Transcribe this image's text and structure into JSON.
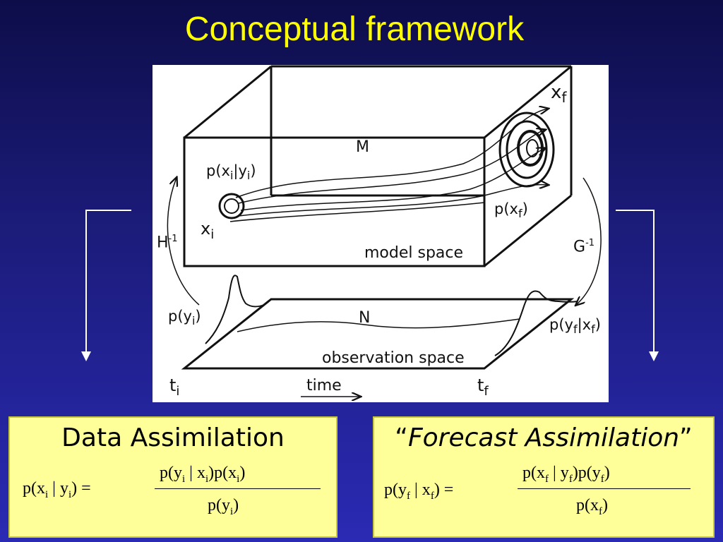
{
  "title": "Conceptual framework",
  "figure": {
    "labels": {
      "x_f": "x",
      "x_f_sub": "f",
      "M": "M",
      "p_xi_yi": "p(x",
      "p_xi_yi_sub_i": "i",
      "p_xi_yi_mid": "|y",
      "p_xi_yi_sub_i2": "i",
      "p_xi_yi_end": ")",
      "x_i": "x",
      "x_i_sub": "i",
      "H_inv": "H",
      "H_inv_sup": "-1",
      "p_xf": "p(x",
      "p_xf_sub": "f",
      "p_xf_end": ")",
      "G_inv": "G",
      "G_inv_sup": "-1",
      "model_space": "model space",
      "p_yi": "p(y",
      "p_yi_sub": "i",
      "p_yi_end": ")",
      "N": "N",
      "p_yf_xf": "p(y",
      "p_yf_xf_sub1": "f",
      "p_yf_xf_mid": "|x",
      "p_yf_xf_sub2": "f",
      "p_yf_xf_end": ")",
      "observation_space": "observation space",
      "t_i": "t",
      "t_i_sub": "i",
      "time": "time",
      "t_f": "t",
      "t_f_sub": "f"
    }
  },
  "left_box": {
    "title": "Data Assimilation",
    "lhs": "p(x<sub>i</sub> | y<sub>i</sub>) =",
    "lhs_text": "p(x",
    "numerator_text": "p(y",
    "denominator_text": "p(y"
  },
  "right_box": {
    "title_open": "“",
    "title": "Forecast Assimilation",
    "title_close": "”"
  }
}
